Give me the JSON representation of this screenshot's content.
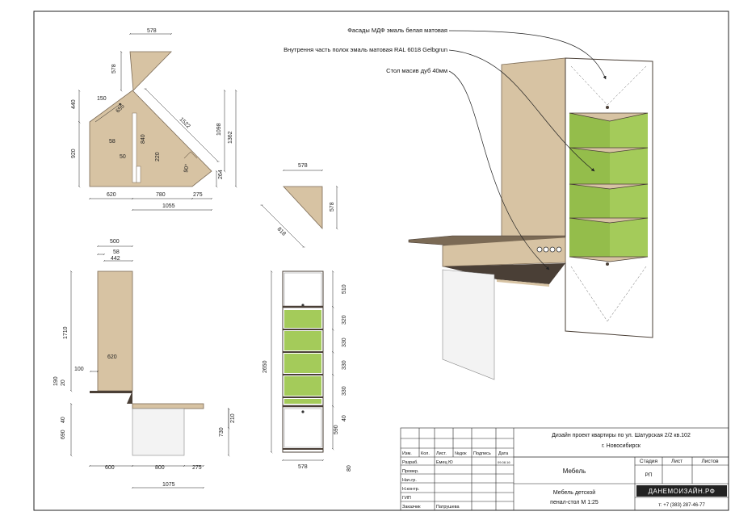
{
  "callouts": [
    "Фасады МДФ эмаль белая матовая",
    "Внутрення часть полок эмаль матовая RAL 6018 Gelbgrun",
    "Стол масив дуб 40мм"
  ],
  "plan_dims": {
    "top_w": "578",
    "top_h": "578",
    "d440": "440",
    "d150": "150",
    "d655": "655",
    "d1522": "1522",
    "d1098": "1098",
    "d1362": "1362",
    "d920": "920",
    "d58": "58",
    "d840": "840",
    "d50": "50",
    "d220": "220",
    "angle": "90°",
    "d264": "264",
    "d620": "620",
    "d780": "780",
    "d275": "275",
    "d1055": "1055"
  },
  "triangle_dims": {
    "w": "578",
    "h": "578",
    "diag": "818"
  },
  "side_dims": {
    "d500": "500",
    "d58": "58",
    "d442": "442",
    "d1710": "1710",
    "d620": "620",
    "d100": "100",
    "d190": "190",
    "d20": "20",
    "d40": "40",
    "d690": "690",
    "d600": "600",
    "d800": "800",
    "d275": "275",
    "d1075": "1075",
    "d210": "210",
    "d730": "730"
  },
  "elev_dims": {
    "d510": "510",
    "d320": "320",
    "d330a": "330",
    "d330b": "330",
    "d330c": "330",
    "d590": "590",
    "d2650": "2650",
    "d40": "40",
    "d80": "80",
    "d578": "578"
  },
  "title_block": {
    "project": "Дизайн проект квартиры по ул. Шатурская 2/2 кв.102",
    "city": "г. Новосибирск",
    "headers": [
      "Изм.",
      "Кол.",
      "Лист.",
      "№док",
      "Подпись",
      "Дата"
    ],
    "rows": [
      "Разраб.",
      "Провер.",
      "Нач.гр.",
      "Н.контр.",
      "ГИП",
      "Заказчик"
    ],
    "developer": "Емец Ю",
    "date": "09.08.16",
    "client": "Патрушева",
    "section": "Мебель",
    "stage_label": "Стадия",
    "sheet_label": "Лист",
    "sheets_label": "Листов",
    "stage": "РП",
    "drawing_name": "Мебель детской",
    "drawing_sub": "пенал-стол М 1:25",
    "logo": "ДАНЕМОИЗАЙН.РФ",
    "phone": "т: +7 (383) 287-46-77"
  },
  "colors": {
    "wood": "#d7c3a3",
    "green": "#a4cb5a",
    "dark": "#4a3f36",
    "white_panel": "#f3f3f3"
  }
}
